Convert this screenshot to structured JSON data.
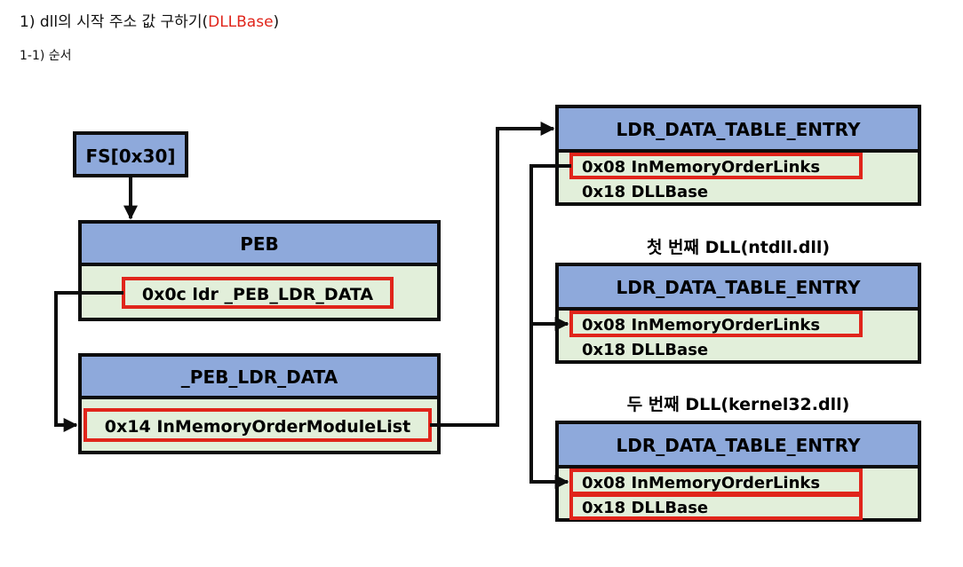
{
  "heading": {
    "prefix": "1) dll의 시작 주소 값 구하기(",
    "highlight": "DLLBase",
    "suffix": ")"
  },
  "subheading": "1-1) 순서",
  "colors": {
    "header_fill": "#8ea9db",
    "body_fill": "#e2efda",
    "border": "#0d0d0d",
    "highlight": "#e0251b"
  },
  "diagram": {
    "fs": "FS[0x30]",
    "peb": {
      "title": "PEB",
      "field": "0x0c ldr _PEB_LDR_DATA"
    },
    "ldr_data": {
      "title": "_PEB_LDR_DATA",
      "field": "0x14 InMemoryOrderModuleList"
    },
    "entry1": {
      "title": "LDR_DATA_TABLE_ENTRY",
      "field1": "0x08 InMemoryOrderLinks",
      "field2": "0x18 DLLBase"
    },
    "entry2": {
      "caption": "첫 번째 DLL(ntdll.dll)",
      "title": "LDR_DATA_TABLE_ENTRY",
      "field1": "0x08 InMemoryOrderLinks",
      "field2": "0x18 DLLBase"
    },
    "entry3": {
      "caption": "두 번째 DLL(kernel32.dll)",
      "title": "LDR_DATA_TABLE_ENTRY",
      "field1": "0x08 InMemoryOrderLinks",
      "field2": "0x18 DLLBase"
    }
  }
}
